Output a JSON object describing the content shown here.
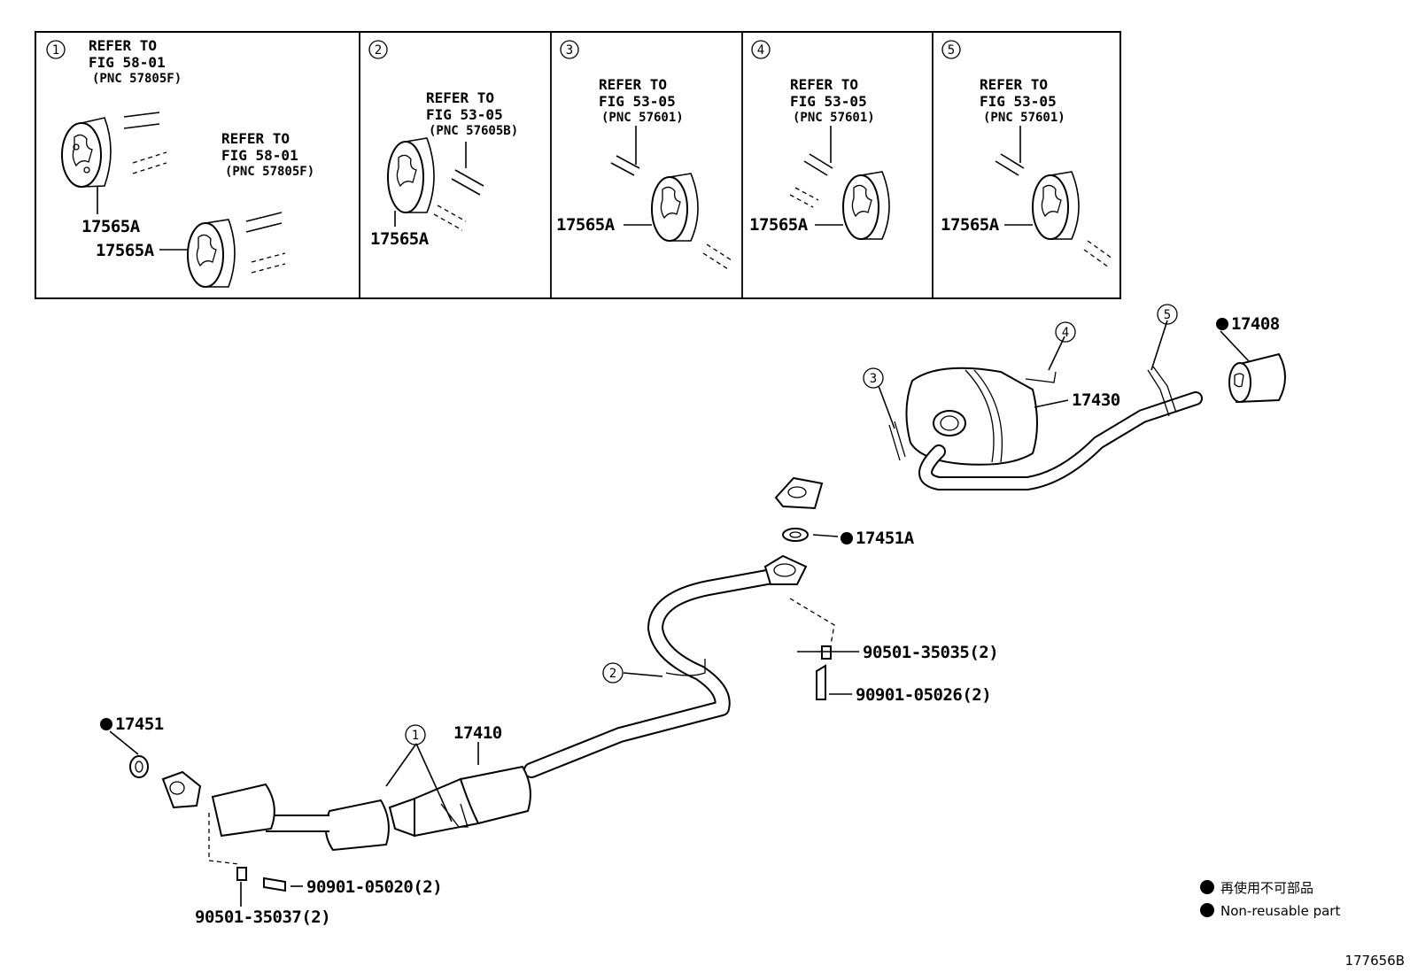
{
  "inset_panels": [
    {
      "number": "1",
      "refer_a": [
        "REFER TO",
        "FIG 58-01",
        "(PNC 57805F)"
      ],
      "refer_b": [
        "REFER TO",
        "FIG 58-01",
        "(PNC 57805F)"
      ],
      "parts": [
        "17565A",
        "17565A"
      ]
    },
    {
      "number": "2",
      "refer": [
        "REFER TO",
        "FIG 53-05",
        "(PNC 57605B)"
      ],
      "parts": [
        "17565A"
      ]
    },
    {
      "number": "3",
      "refer": [
        "REFER TO",
        "FIG 53-05",
        "(PNC 57601)"
      ],
      "parts": [
        "17565A"
      ]
    },
    {
      "number": "4",
      "refer": [
        "REFER TO",
        "FIG 53-05",
        "(PNC 57601)"
      ],
      "parts": [
        "17565A"
      ]
    },
    {
      "number": "5",
      "refer": [
        "REFER TO",
        "FIG 53-05",
        "(PNC 57601)"
      ],
      "parts": [
        "17565A"
      ]
    }
  ],
  "main_labels": {
    "tail_pipe_tip": "17408",
    "tailpipe_muffler": "17430",
    "gasket_rear": "17451A",
    "front_pipe": "17410",
    "gasket_front": "17451",
    "stud_rear": "90501-35035(2)",
    "bolt_rear": "90901-05026(2)",
    "bolt_front": "90901-05020(2)",
    "stud_front": "90501-35037(2)"
  },
  "callouts": [
    "1",
    "2",
    "3",
    "4",
    "5"
  ],
  "legend": {
    "jp": "再使用不可部品",
    "en": "Non-reusable part"
  },
  "figure_code": "177656B"
}
